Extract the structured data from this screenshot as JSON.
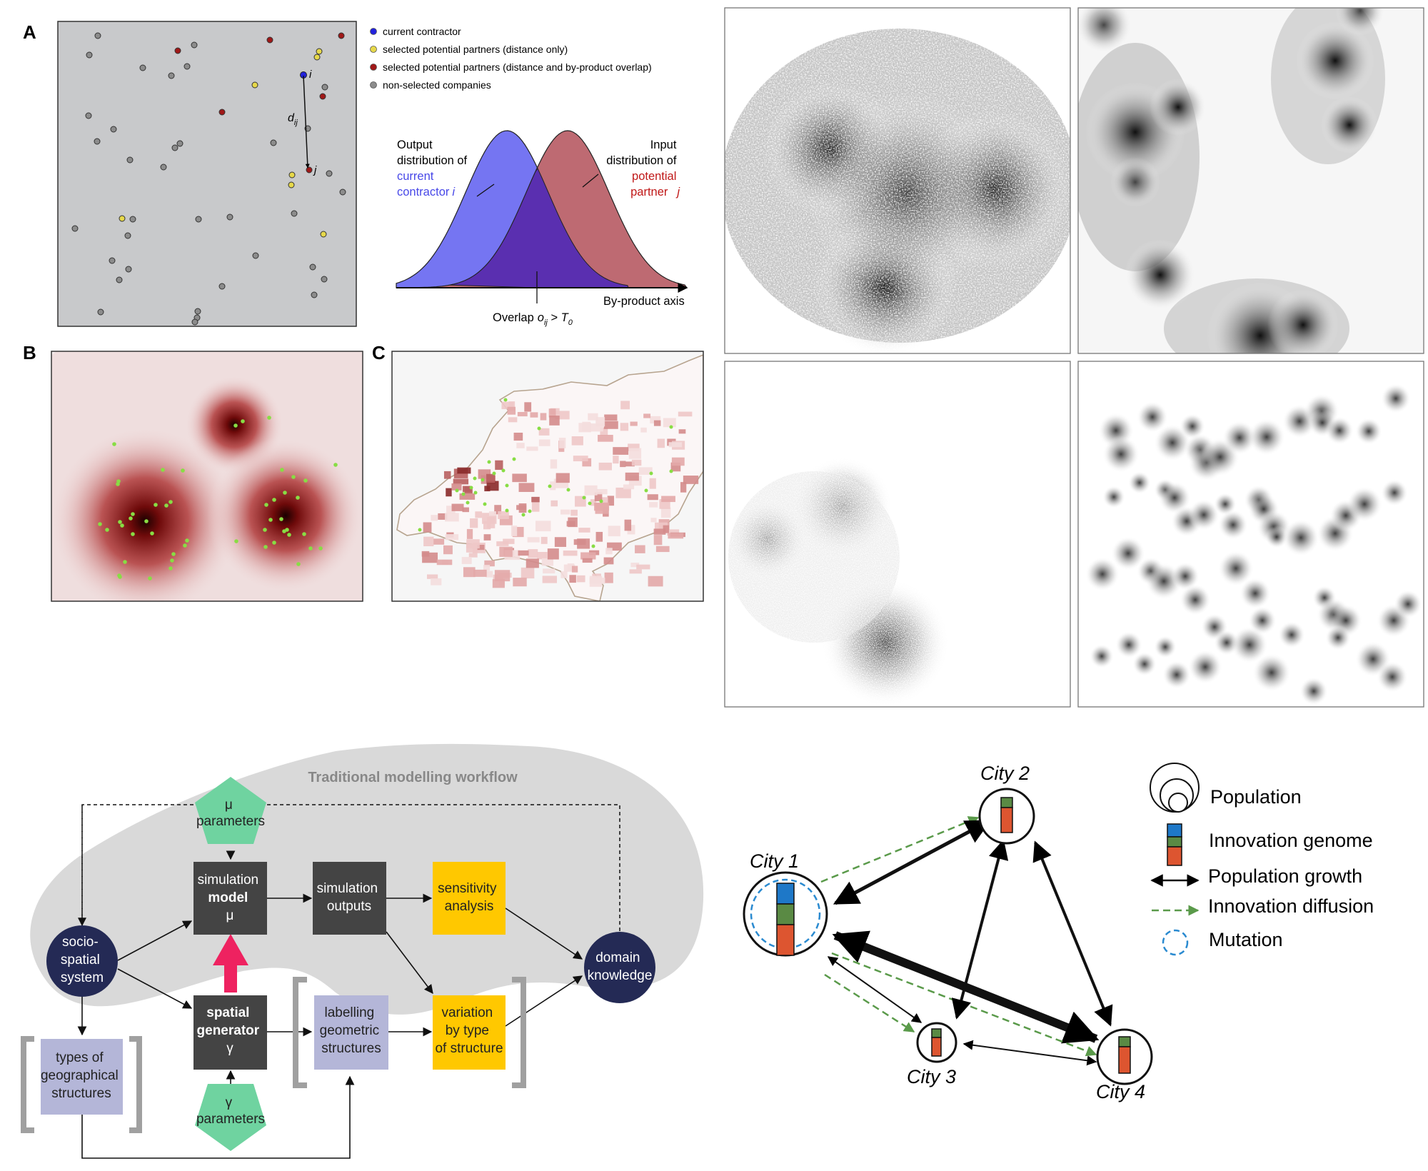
{
  "panel_a": {
    "letter": "A",
    "legend": [
      {
        "text": "current contractor",
        "color": "#2222dd"
      },
      {
        "text": "selected potential partners (distance only)",
        "color": "#e6d84a"
      },
      {
        "text": "selected potential partners (distance and by-product overlap)",
        "color": "#a01818"
      },
      {
        "text": "non-selected companies",
        "color": "#8c8c8c"
      }
    ],
    "point_i": "i",
    "point_j": "j",
    "distance": "d",
    "distance_sub": "ij",
    "output_title": "Output\ndistribution of",
    "output_colored": "current\ncontractor",
    "output_italic": "i",
    "input_title": "Input\ndistribution of",
    "input_colored": "potential\npartner",
    "input_italic": "j",
    "axis_label": "By-product axis",
    "overlap_prefix": "Overlap",
    "overlap_o": "o",
    "overlap_o_sub": "ij",
    "overlap_mid": " > ",
    "overlap_T": "T",
    "overlap_T_sub": "0",
    "colors": {
      "blue": "#7575f2",
      "red": "#be6a72",
      "overlap": "#5a2fb0",
      "bg": "#c8c9cb"
    }
  },
  "panel_b": {
    "letter": "B"
  },
  "panel_c": {
    "letter": "C"
  },
  "workflow": {
    "region_title": "Traditional modelling workflow",
    "mu_params": {
      "line1": "μ",
      "line2": "parameters"
    },
    "gamma_params": {
      "line1": "γ",
      "line2": "parameters"
    },
    "sim_model": {
      "line1": "simulation",
      "line2": "model",
      "line3": "μ"
    },
    "sim_outputs": {
      "line1": "simulation",
      "line2": "outputs"
    },
    "sensitivity": {
      "line1": "sensitivity",
      "line2": "analysis"
    },
    "socio": {
      "line1": "socio-",
      "line2": "spatial",
      "line3": "system"
    },
    "domain": {
      "line1": "domain",
      "line2": "knowledge"
    },
    "spatial_gen": {
      "line1": "spatial",
      "line2": "generator",
      "line3": "γ"
    },
    "labelling": {
      "line1": "labelling",
      "line2": "geometric",
      "line3": "structures"
    },
    "variation": {
      "line1": "variation",
      "line2": "by type",
      "line3": "of structure"
    },
    "types": {
      "line1": "types of",
      "line2": "geographical",
      "line3": "structures"
    },
    "colors": {
      "dark": "#444444",
      "navy": "#242a55",
      "yellow": "#ffc800",
      "lavender": "#b4b6d8",
      "green": "#6fd3a0",
      "pink": "#ee2260"
    }
  },
  "network": {
    "cities": [
      {
        "name": "City 1"
      },
      {
        "name": "City 2"
      },
      {
        "name": "City 3"
      },
      {
        "name": "City 4"
      }
    ],
    "legend": {
      "population": "Population",
      "genome": "Innovation genome",
      "growth": "Population growth",
      "diffusion": "Innovation diffusion",
      "mutation": "Mutation"
    },
    "colors": {
      "blue": "#1e78c8",
      "green": "#5a8a44",
      "orange": "#dd5530",
      "dashed": "#5a9a4a",
      "mutation": "#2a8ad0"
    }
  }
}
